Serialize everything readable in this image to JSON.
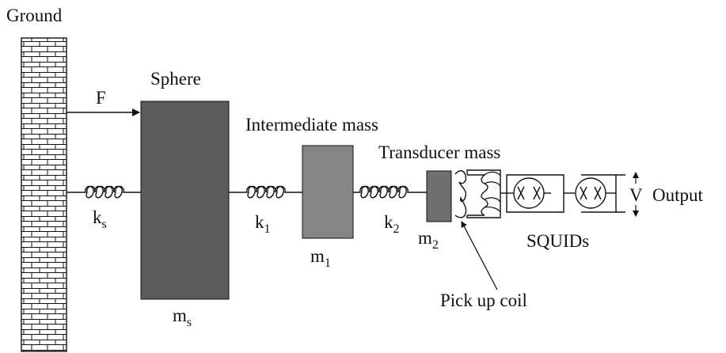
{
  "labels": {
    "ground": "Ground",
    "force": "F",
    "sphere": "Sphere",
    "intermediate": "Intermediate mass",
    "transducer": "Transducer mass",
    "output": "Output",
    "voltage": "V",
    "squids": "SQUIDs",
    "pickup": "Pick up coil"
  },
  "springs": [
    {
      "base": "k",
      "sub": "s"
    },
    {
      "base": "k",
      "sub": "1"
    },
    {
      "base": "k",
      "sub": "2"
    }
  ],
  "masses": [
    {
      "base": "m",
      "sub": "s"
    },
    {
      "base": "m",
      "sub": "1"
    },
    {
      "base": "m",
      "sub": "2"
    }
  ],
  "colors": {
    "sphere_fill": "#5b5b5b",
    "intermediate_fill": "#858585",
    "transducer_fill": "#6f6f6f",
    "line": "#111111"
  }
}
